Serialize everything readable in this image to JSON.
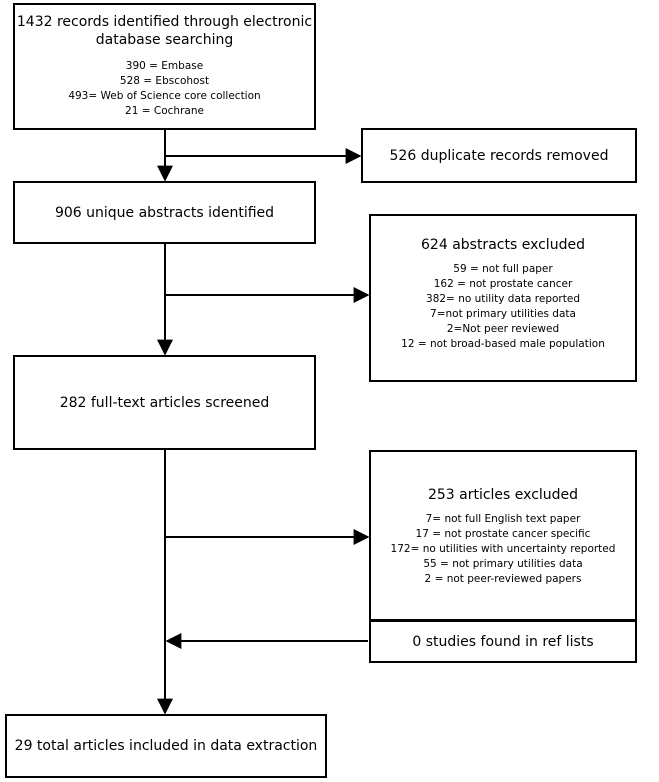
{
  "records": {
    "title_line1": "1432 records identified through electronic",
    "title_line2": "database searching",
    "sources": [
      "390 = Embase",
      "528 = Ebscohost",
      "493= Web of Science core collection",
      "21 = Cochrane"
    ]
  },
  "duplicates": {
    "title": "526 duplicate records removed"
  },
  "abstracts": {
    "title": "906 unique abstracts identified"
  },
  "abstracts_excluded": {
    "title": "624 abstracts excluded",
    "reasons": [
      "59 = not full paper",
      "162 = not prostate cancer",
      "382= no utility data reported",
      "7=not primary utilities data",
      "2=Not peer reviewed",
      "12 = not broad-based male population"
    ]
  },
  "fulltext": {
    "title": "282 full-text articles screened"
  },
  "articles_excluded": {
    "title": "253 articles excluded",
    "reasons": [
      "7= not full English text paper",
      "17 = not prostate cancer specific",
      "172= no utilities with uncertainty reported",
      "55 = not primary utilities data",
      "2 = not peer-reviewed papers"
    ]
  },
  "ref_lists": {
    "title": "0 studies found in ref lists"
  },
  "included": {
    "title": "29 total articles included in data extraction"
  }
}
